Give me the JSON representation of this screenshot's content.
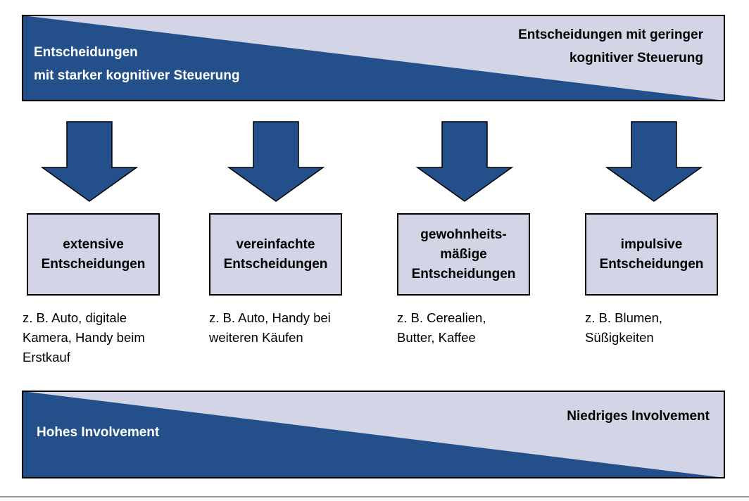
{
  "colors": {
    "dark_blue": "#23508b",
    "light_blue_gray": "#d3d5e6",
    "border": "#000000"
  },
  "top_band": {
    "left_lines": [
      "Entscheidungen",
      "mit starker kognitiver Steuerung"
    ],
    "right_lines": [
      "Entscheidungen mit geringer",
      "kognitiver Steuerung"
    ]
  },
  "columns": [
    {
      "box_lines": [
        "extensive",
        "Entscheidungen"
      ],
      "example_lines": [
        "z. B. Auto, digitale",
        "Kamera, Handy beim",
        "Erstkauf"
      ]
    },
    {
      "box_lines": [
        "vereinfachte",
        "Entscheidungen"
      ],
      "example_lines": [
        "z. B. Auto, Handy bei",
        "weiteren Käufen"
      ]
    },
    {
      "box_lines": [
        "gewohnheits-",
        "mäßige",
        "Entscheidungen"
      ],
      "example_lines": [
        "z. B. Cerealien,",
        "Butter, Kaffee"
      ]
    },
    {
      "box_lines": [
        "impulsive",
        "Entscheidungen"
      ],
      "example_lines": [
        "z. B. Blumen,",
        "Süßigkeiten"
      ]
    }
  ],
  "bottom_band": {
    "left_lines": [
      "Hohes Involvement"
    ],
    "right_lines": [
      "Niedriges Involvement"
    ]
  }
}
